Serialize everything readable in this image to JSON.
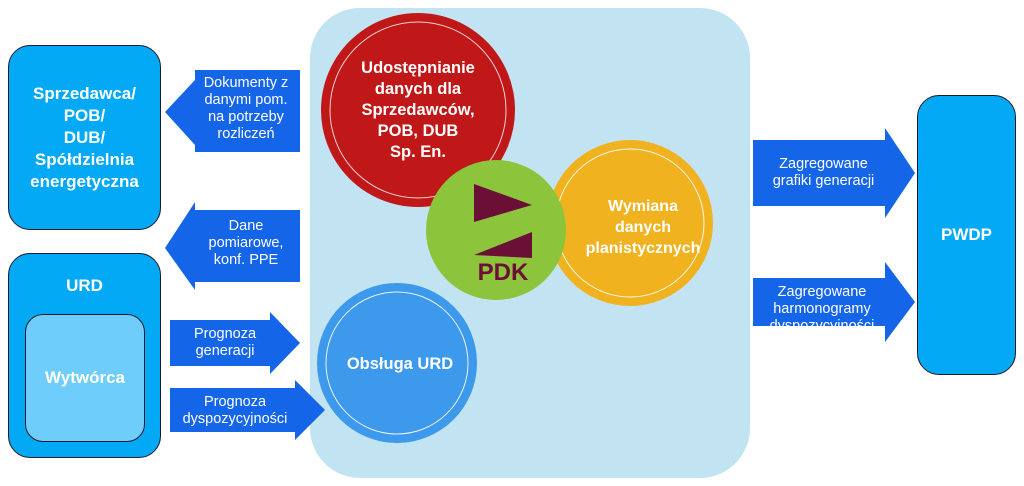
{
  "colors": {
    "box_blue": "#03a9f4",
    "inner_blue": "#6fcdfb",
    "arrow_blue": "#1565e8",
    "panel": "#c2e3f2",
    "red": "#c01818",
    "orange": "#f0b21e",
    "green": "#8cc43c",
    "circle_blue": "#3c99ec",
    "logo": "#6b0f36"
  },
  "left_boxes": {
    "seller": "Sprzedawca/\nPOB/\nDUB/\nSpółdzielnia\nenergetyczna",
    "urd_title": "URD",
    "wytworca": "Wytwórca"
  },
  "right_box": {
    "label": "PWDP"
  },
  "circles": {
    "red": "Udostępnianie\ndanych dla\nSprzedawców,\nPOB, DUB\nSp. En.",
    "orange": "Wymiana\ndanych\nplanistycznych",
    "blue": "Obsługa URD",
    "logo_text": "PDK"
  },
  "arrows": {
    "docs": "Dokumenty z\ndanymi pom.\nna potrzeby\nrozliczeń",
    "measure": "Dane\npomiarowe,\nkonf. PPE",
    "gen_forecast": "Prognoza\ngeneracji",
    "disp_forecast": "Prognoza\ndyspozycyjności",
    "agg_gen": "Zagregowane\ngrafiki generacji",
    "agg_harm": "Zagregowane\nharmonogramy\ndyspozycyjności"
  }
}
